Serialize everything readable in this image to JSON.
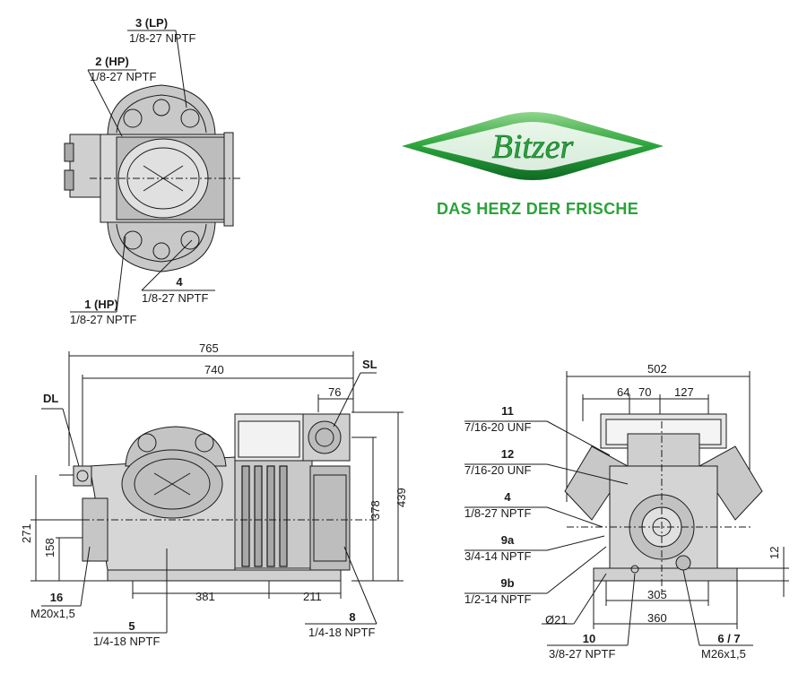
{
  "brand": {
    "logo_text": "Bitzer",
    "tagline": "DAS HERZ DER FRISCHE",
    "logo_color": "#2aa33a",
    "logo_dark": "#0f6a25"
  },
  "top_view": {
    "connections": [
      {
        "id": "3 (LP)",
        "thread": "1/8-27 NPTF"
      },
      {
        "id": "2 (HP)",
        "thread": "1/8-27 NPTF"
      },
      {
        "id": "4",
        "thread": "1/8-27 NPTF"
      },
      {
        "id": "1 (HP)",
        "thread": "1/8-27 NPTF"
      }
    ]
  },
  "side_view": {
    "dimensions": {
      "overall_length": "765",
      "length": "740",
      "sl_offset": "76",
      "height_total": "439",
      "height_sl": "378",
      "height_dl": "271",
      "height_16": "158",
      "foot_spacing": "381",
      "foot_to_end": "211"
    },
    "labels": {
      "dl": "DL",
      "sl": "SL"
    },
    "connections": [
      {
        "id": "16",
        "thread": "M20x1,5"
      },
      {
        "id": "5",
        "thread": "1/4-18 NPTF"
      },
      {
        "id": "8",
        "thread": "1/4-18 NPTF"
      }
    ]
  },
  "end_view": {
    "dimensions": {
      "width": "502",
      "d64": "64",
      "d70": "70",
      "d127": "127",
      "foot_height": "12",
      "hole_spacing": "305",
      "foot_width": "360",
      "hole_dia": "Ø21"
    },
    "connections": [
      {
        "id": "11",
        "thread": "7/16-20 UNF"
      },
      {
        "id": "12",
        "thread": "7/16-20 UNF"
      },
      {
        "id": "4",
        "thread": "1/8-27 NPTF"
      },
      {
        "id": "9a",
        "thread": "3/4-14 NPTF"
      },
      {
        "id": "9b",
        "thread": "1/2-14 NPTF"
      },
      {
        "id": "10",
        "thread": "3/8-27 NPTF"
      },
      {
        "id": "6 / 7",
        "thread": "M26x1,5"
      }
    ]
  }
}
